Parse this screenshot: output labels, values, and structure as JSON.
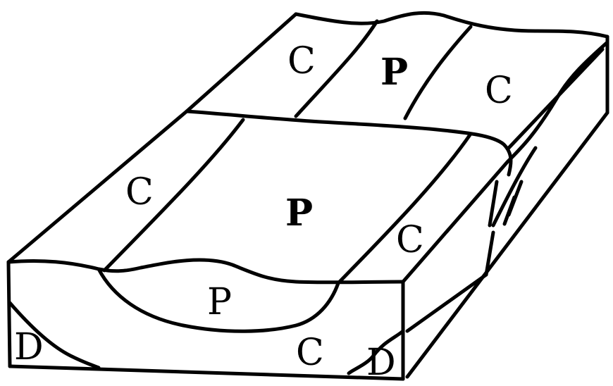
{
  "labels": {
    "top_c_left": "C",
    "top_p": "P",
    "top_c_right": "C",
    "mid_c_left": "C",
    "mid_p": "P",
    "mid_c_right": "C",
    "front_p": "P",
    "front_d_left": "D",
    "front_c": "C",
    "front_d_right": "D"
  }
}
